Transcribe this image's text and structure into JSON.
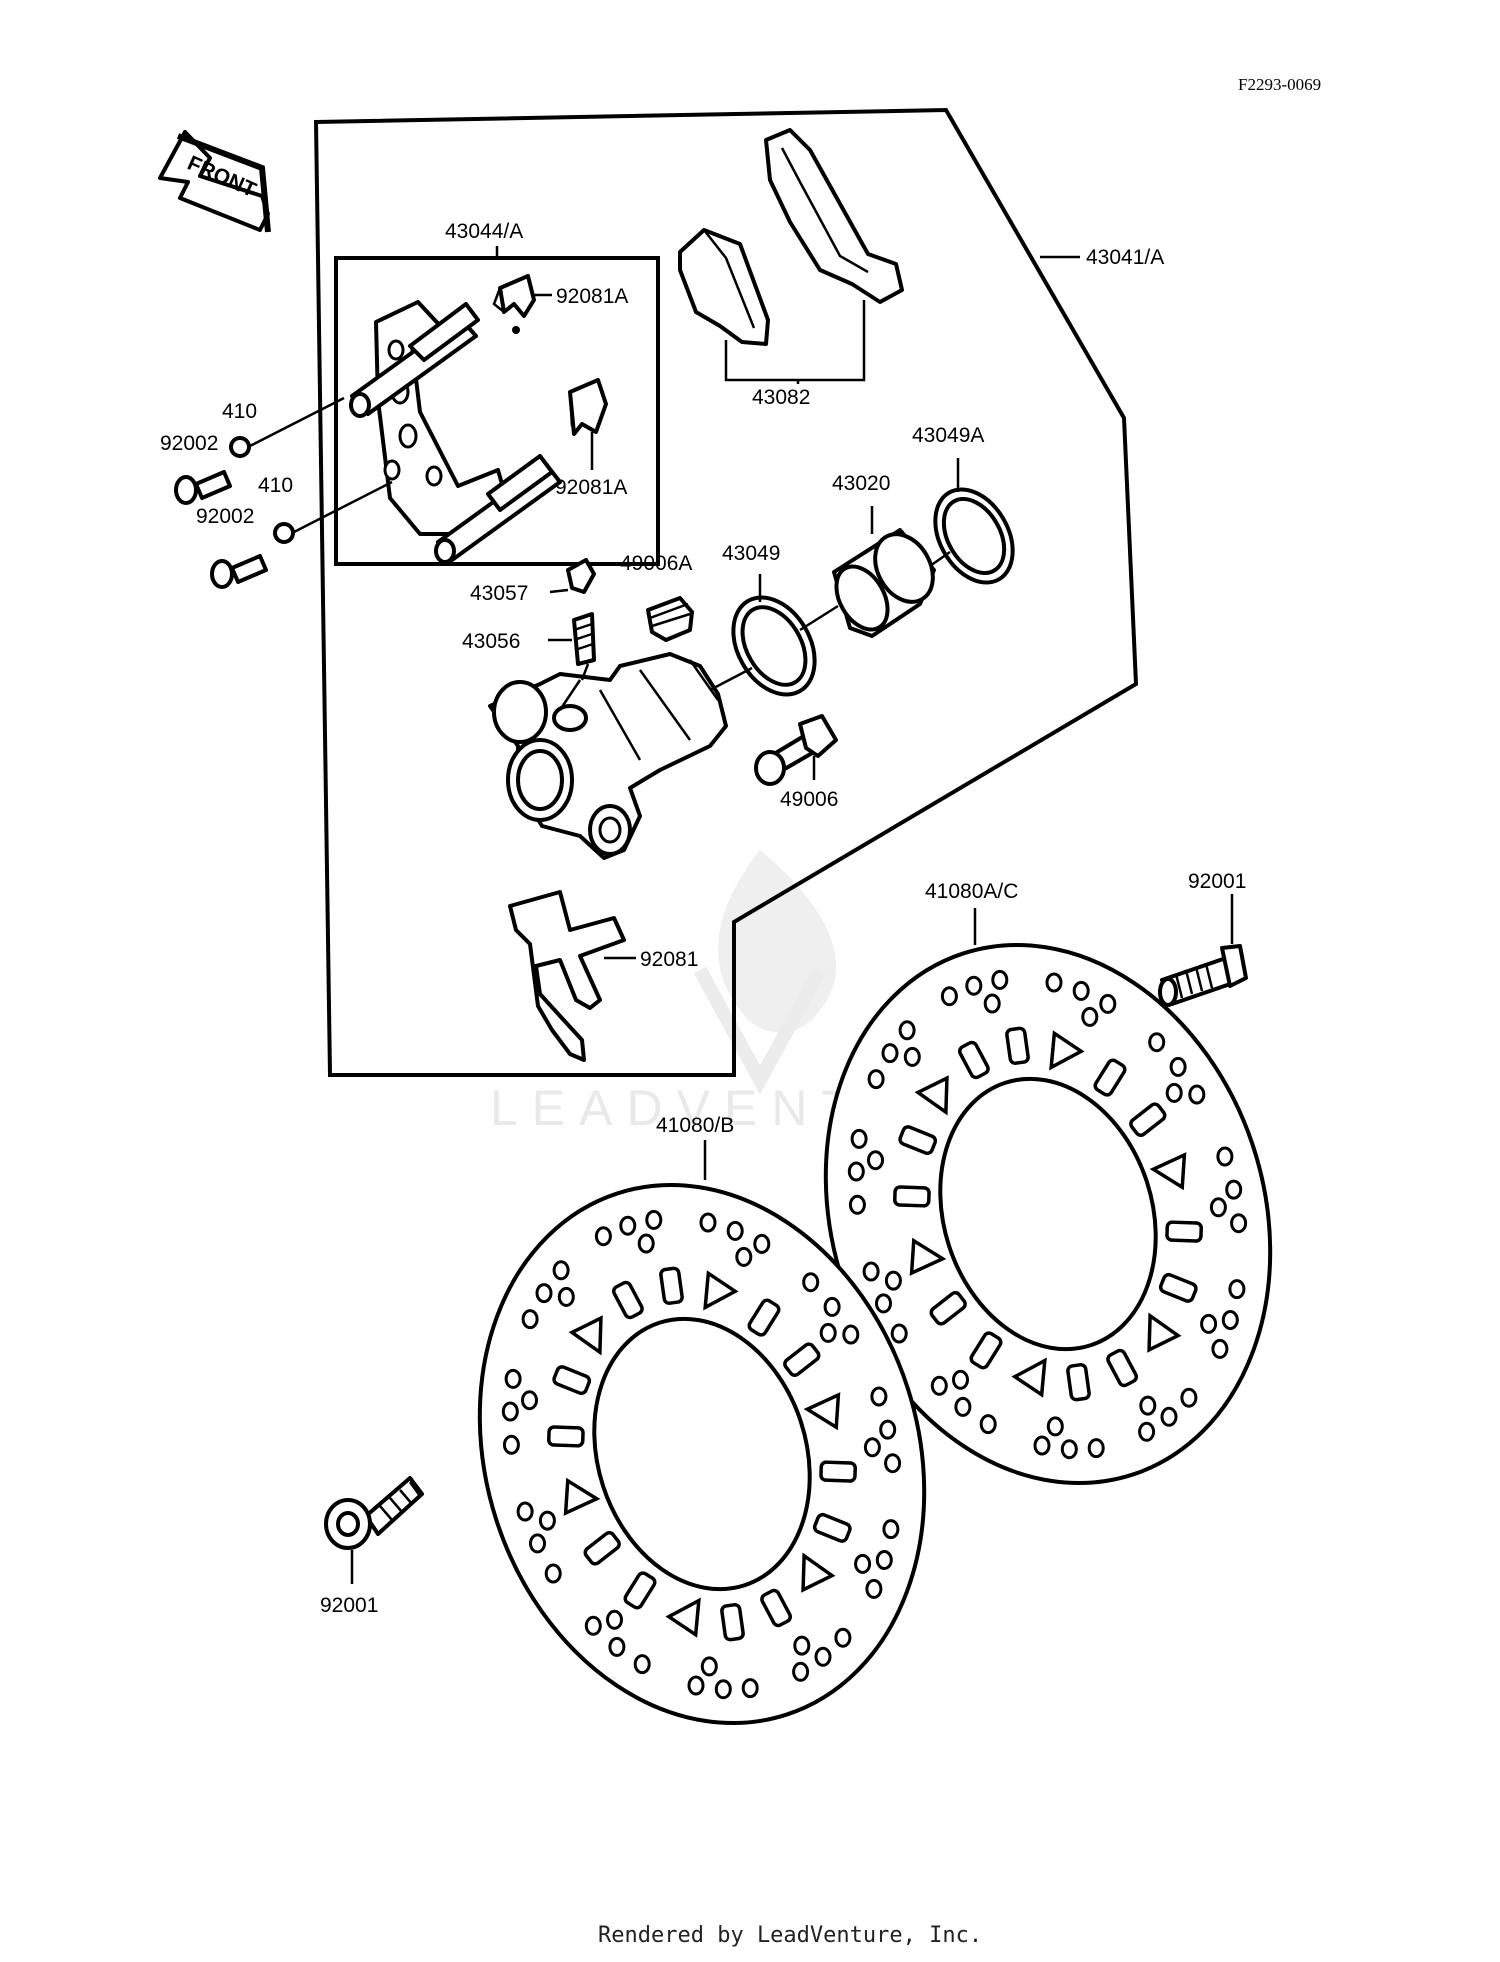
{
  "diagram_ref": "F2293-0069",
  "front_arrow_label": "FRONT",
  "watermark": "LEADVENTURE",
  "footer": "Rendered by LeadVenture, Inc.",
  "parts": {
    "caliper_assy": "43041/A",
    "bracket_assy": "43044/A",
    "pad_spring_upper": "92081A",
    "pad_spring_lower": "92081A",
    "pads": "43082",
    "piston_seal_large": "43049A",
    "piston": "43020",
    "piston_seal": "43049",
    "boot": "49006A",
    "bleeder_cap": "43057",
    "bleeder_valve": "43056",
    "caliper_bolt": "49006",
    "washer_upper": "410",
    "washer_lower": "410",
    "bolt_upper": "92002",
    "bolt_lower": "92002",
    "anti_rattle_spring": "92081",
    "disc_right": "41080A/C",
    "disc_left": "41080/B",
    "disc_bolt_right": "92001",
    "disc_bolt_left": "92001"
  }
}
